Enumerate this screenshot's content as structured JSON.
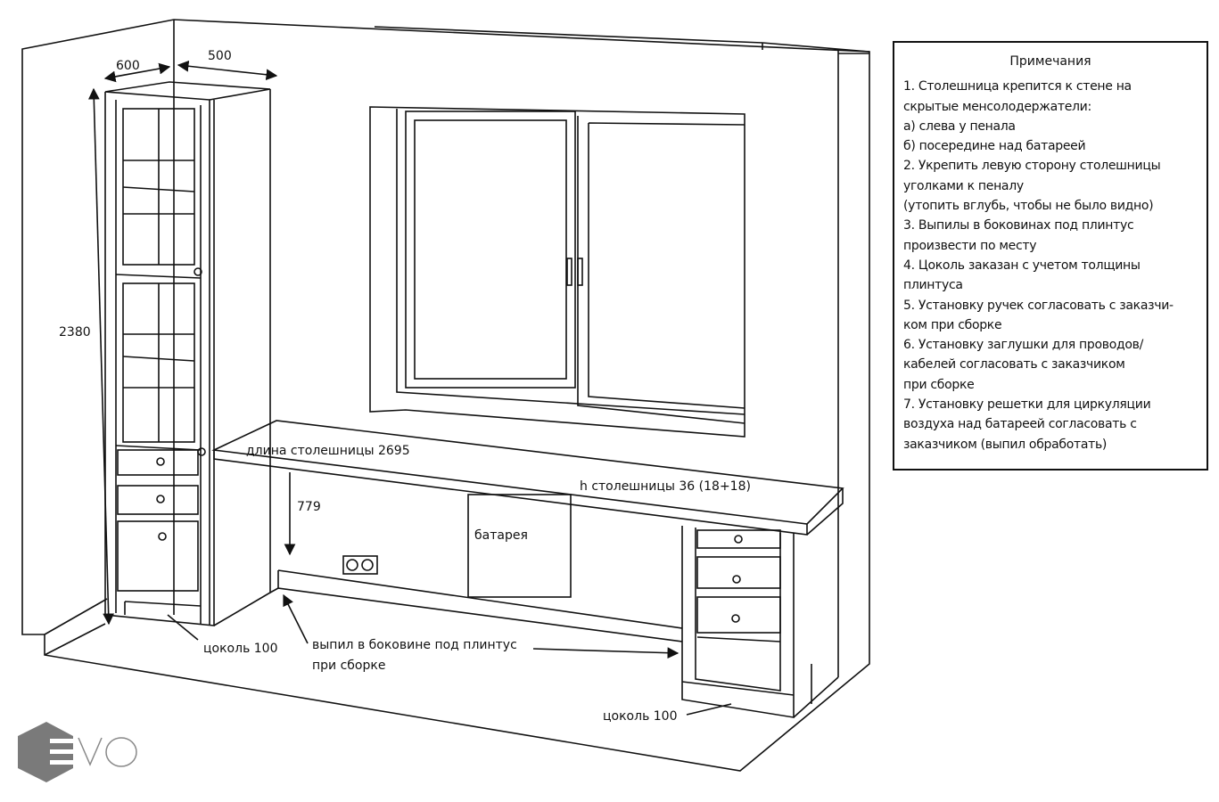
{
  "dimensions": {
    "cabinet_depth": "600",
    "cabinet_width": "500",
    "cabinet_height": "2380",
    "countertop_length": "длина столешницы 2695",
    "countertop_height": "779",
    "countertop_thickness": "h столешницы 36 (18+18)"
  },
  "labels": {
    "radiator": "батарея",
    "plinth_left": "цоколь 100",
    "plinth_right": "цоколь 100",
    "cutout_line1": "выпил в боковине под плинтус",
    "cutout_line2": "при сборке"
  },
  "notes": {
    "title": "Примечания",
    "lines": [
      "1. Столешница крепится к стене на",
      "скрытые менсолодержатели:",
      "а) слева у пенала",
      "б) посередине над батареей",
      "2. Укрепить левую сторону столешницы",
      "уголками к пеналу",
      "(утопить вглубь, чтобы не было видно)",
      "3. Выпилы в боковинах под плинтус",
      "произвести по месту",
      "4. Цоколь заказан с учетом толщины",
      "плинтуса",
      "5. Установку ручек согласовать с заказчи-",
      "ком при сборке",
      "6. Установку заглушки для проводов/",
      "кабелей согласовать с заказчиком",
      "при сборке",
      "7. Установку решетки для циркуляции",
      "воздуха над батареей согласовать с",
      "заказчиком (выпил обработать)"
    ]
  },
  "logo": {
    "text": "EVO",
    "color": "#7a7a7a"
  }
}
